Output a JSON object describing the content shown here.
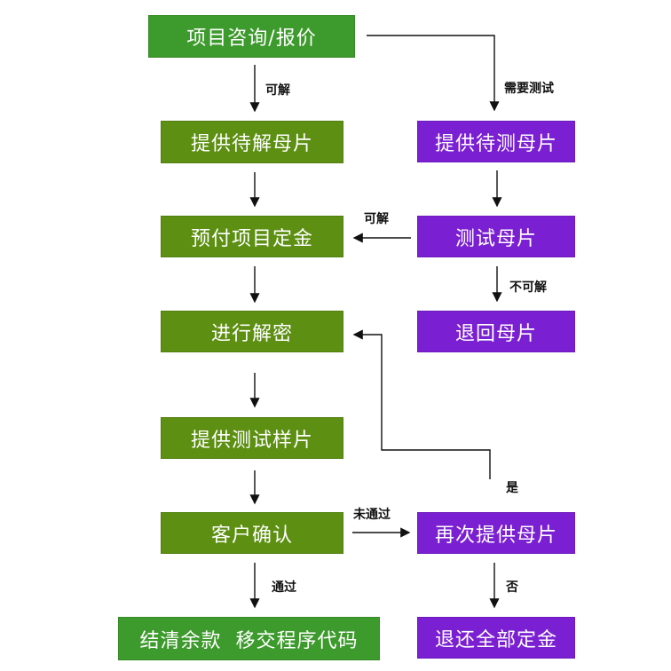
{
  "nodes": {
    "consult": "项目咨询/报价",
    "provide_decrypt": "提供待解母片",
    "prepay": "预付项目定金",
    "decrypt": "进行解密",
    "sample": "提供测试样片",
    "confirm": "客户确认",
    "settle": "结清余款  移交程序代码",
    "provide_test": "提供待测母片",
    "test": "测试母片",
    "return_master": "退回母片",
    "reprovide": "再次提供母片",
    "refund": "退还全部定金"
  },
  "edges": {
    "solvable_1": "可解",
    "need_test": "需要测试",
    "solvable_2": "可解",
    "unsolvable": "不可解",
    "yes": "是",
    "not_passed": "未通过",
    "passed": "通过",
    "no": "否"
  },
  "colors": {
    "green": "#3d9a2c",
    "olive": "#5c8f12",
    "purple": "#7a1fd2"
  }
}
